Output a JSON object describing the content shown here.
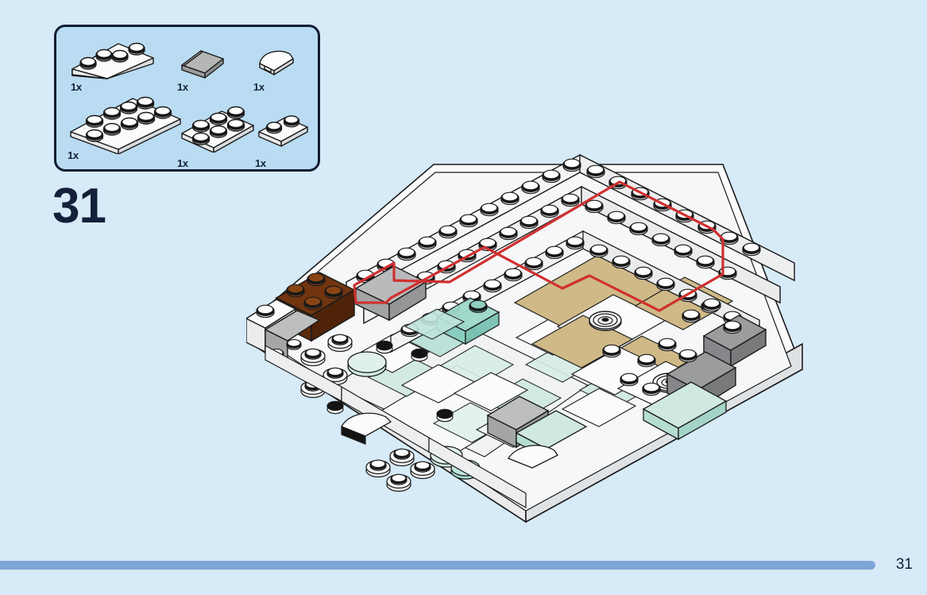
{
  "page": {
    "background_color": "#d6eaf8",
    "step_number": "31",
    "page_number": "31",
    "footer_rule_color": "#7fa4d8"
  },
  "parts_box": {
    "border_color": "#121d33",
    "fill_color": "#b9dcf2",
    "parts": [
      {
        "id": "part-1x4-plate-white",
        "name": "plate-1x4",
        "color": "#ffffff",
        "color_name": "white",
        "quantity": "1x",
        "studs": 4,
        "rows": 1
      },
      {
        "id": "part-slope-gray",
        "name": "slope-1x2",
        "color": "#9e9e9e",
        "color_name": "light-bluish-gray",
        "quantity": "1x",
        "studs": 0,
        "rows": 1
      },
      {
        "id": "part-curved-tile-white",
        "name": "tile-1x1-quarter-round",
        "color": "#fdfdfd",
        "color_name": "white",
        "quantity": "1x",
        "studs": 0,
        "rows": 1
      },
      {
        "id": "part-2x6-plate-white",
        "name": "plate-2x6",
        "color": "#ffffff",
        "color_name": "white",
        "quantity": "1x",
        "studs": 12,
        "rows": 2
      },
      {
        "id": "part-2x3-plate-white",
        "name": "plate-2x3",
        "color": "#ffffff",
        "color_name": "white",
        "quantity": "1x",
        "studs": 6,
        "rows": 2
      },
      {
        "id": "part-1x2-plate-white",
        "name": "plate-1x2",
        "color": "#ffffff",
        "color_name": "white",
        "quantity": "1x",
        "studs": 2,
        "rows": 1
      }
    ]
  },
  "model": {
    "description": "isometric-lego-build-baseplate",
    "highlight_outline_color": "#d0302f",
    "palette": {
      "white_top": "#fbfbfb",
      "white_side": "#e3e6e8",
      "white_front": "#f2f3f4",
      "gray": "#a6a8ab",
      "gray_dark": "#8a8d90",
      "brown": "#71350f",
      "brown_top": "#8a4414",
      "tan": "#cfb987",
      "mint": "#cfe9e1",
      "mint_deep": "#a9ddd2",
      "stud_top": "#ffffff",
      "outline": "#1b1b1b"
    }
  }
}
